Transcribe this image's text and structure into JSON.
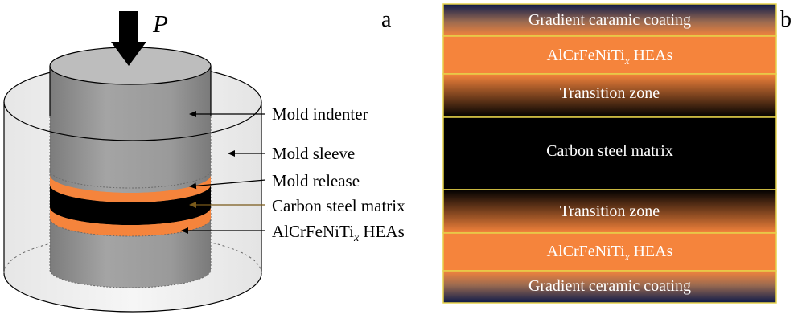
{
  "panel_a": {
    "panel_label": "a",
    "force_symbol": "P",
    "labels": {
      "mold_indenter": "Mold indenter",
      "mold_sleeve": "Mold sleeve",
      "mold_release": "Mold release",
      "carbon_steel_matrix": "Carbon steel matrix",
      "heas_prefix": "AlCrFeNiTi",
      "heas_sub": "x",
      "heas_suffix": " HEAs"
    }
  },
  "panel_b": {
    "panel_label": "b",
    "layers": {
      "top_coating": "Gradient caramic coating",
      "top_heas_prefix": "AlCrFeNiTi",
      "top_heas_sub": "x",
      "top_heas_suffix": " HEAs",
      "top_transition": "Transition zone",
      "matrix": "Carbon steel matrix",
      "bottom_transition": "Transition zone",
      "bottom_heas_prefix": "AlCrFeNiTi",
      "bottom_heas_sub": "x",
      "bottom_heas_suffix": " HEAs",
      "bottom_coating": "Gradient ceramic coating"
    }
  },
  "colors": {
    "heas_orange": "#f5843c",
    "steel_black": "#000000",
    "coating_navy": "#0d1a4a",
    "layer_border": "#e6d24a",
    "cylinder_gray": "#9a9a9a",
    "sleeve_fill": "#efefef"
  }
}
